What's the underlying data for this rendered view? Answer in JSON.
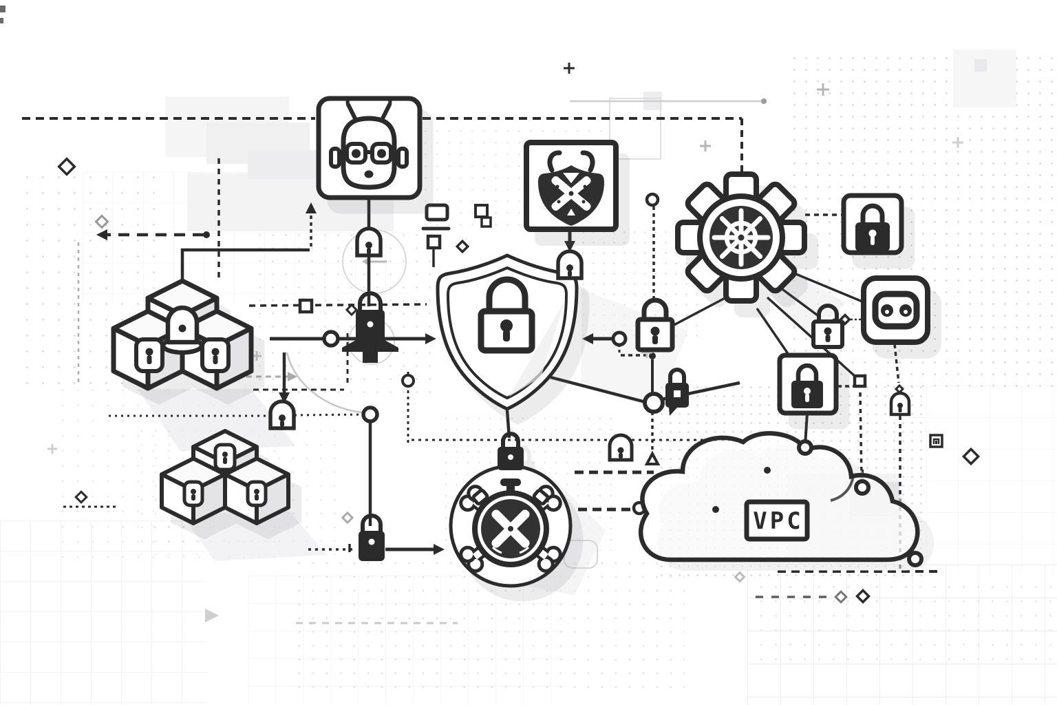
{
  "scene": {
    "kind": "cloud container security illustration",
    "cloud": {
      "label": "VPC"
    },
    "palette": {
      "ink": "#2b2b2b",
      "paper": "#ffffff",
      "dark_fill": "#323232",
      "ghost": "#ececee",
      "grid": "#eaeaec",
      "dot": "#b9b9bf"
    },
    "icons": [
      {
        "name": "bot-avatar-icon",
        "description": "robot head with glasses in rounded square tile"
      },
      {
        "name": "masked-threat-icon",
        "description": "horned mask badge in square tile"
      },
      {
        "name": "kubernetes-gear-icon",
        "description": "cog wheel with ship helm core"
      },
      {
        "name": "padlock-tile-top-right-icon",
        "description": "solid padlock in rounded tile"
      },
      {
        "name": "chatbot-face-tile-icon",
        "description": "robot face in rounded tile"
      },
      {
        "name": "padlock-tile-mid-icon",
        "description": "solid padlock in square tile"
      },
      {
        "name": "shield-lock-icon",
        "description": "double outline shield with padlock"
      },
      {
        "name": "locked-container-stack-icon",
        "description": "three isometric crates with padlocks"
      },
      {
        "name": "locked-container-stack-small-icon",
        "description": "three smaller isometric crates with padlocks"
      },
      {
        "name": "vpc-cloud-icon",
        "description": "cloud outline labelled VPC with connection nodes"
      },
      {
        "name": "timebomb-threat-icon",
        "description": "stopwatch with crossbones inside circle, padlock on top"
      }
    ]
  }
}
